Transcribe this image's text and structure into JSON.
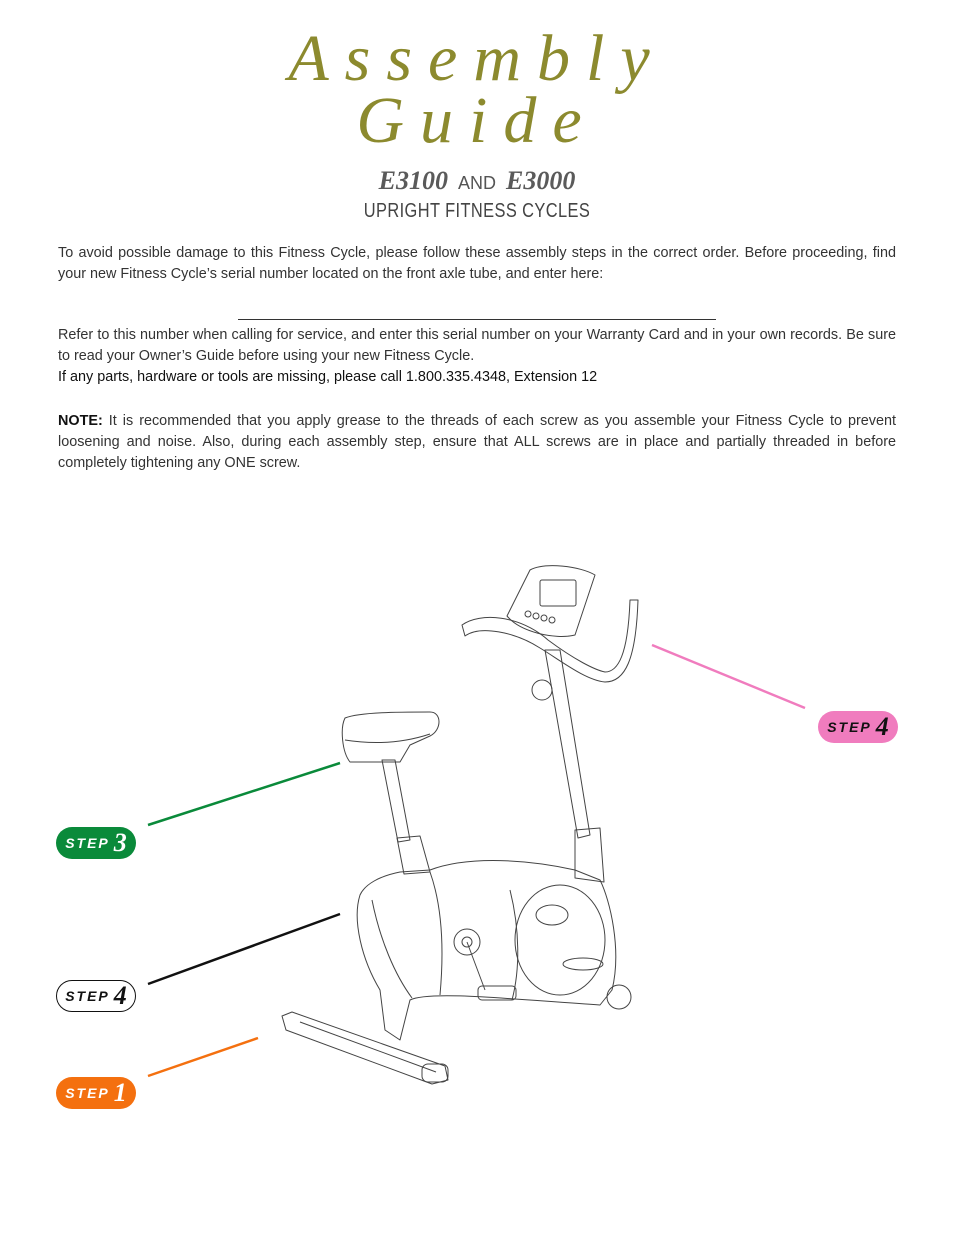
{
  "header": {
    "title_line1": "Assembly",
    "title_line2": "Guide",
    "model_a": "E3100",
    "model_and": "AND",
    "model_b": "E3000",
    "subtitle": "UPRIGHT FITNESS CYCLES"
  },
  "body": {
    "intro": "To avoid possible damage to this Fitness Cycle, please follow these assembly steps in the correct order. Before proceeding, find your new Fitness Cycle’s serial number located on the front axle tube, and enter here:",
    "refer": "Refer to this number when calling for service, and enter this serial number on your Warranty Card and in your own records. Be sure to read your Owner’s Guide before using your new Fitness Cycle.",
    "missing": "If any parts, hardware or tools are missing, please call 1.800.335.4348, Extension 12",
    "note_label": "NOTE:",
    "note_text": "It is recommended that you apply grease to the threads of each screw as you assemble your Fitness Cycle to prevent loosening and noise. Also, during each assembly step, ensure that ALL screws are in place and partially threaded in before completely tightening any ONE screw."
  },
  "steps": [
    {
      "word": "STEP",
      "number": "4",
      "color": "#f07cbe"
    },
    {
      "word": "STEP",
      "number": "3",
      "color": "#0a8a3a"
    },
    {
      "word": "STEP",
      "number": "4",
      "color": "#ffffff"
    },
    {
      "word": "STEP",
      "number": "1",
      "color": "#f4700f"
    }
  ]
}
